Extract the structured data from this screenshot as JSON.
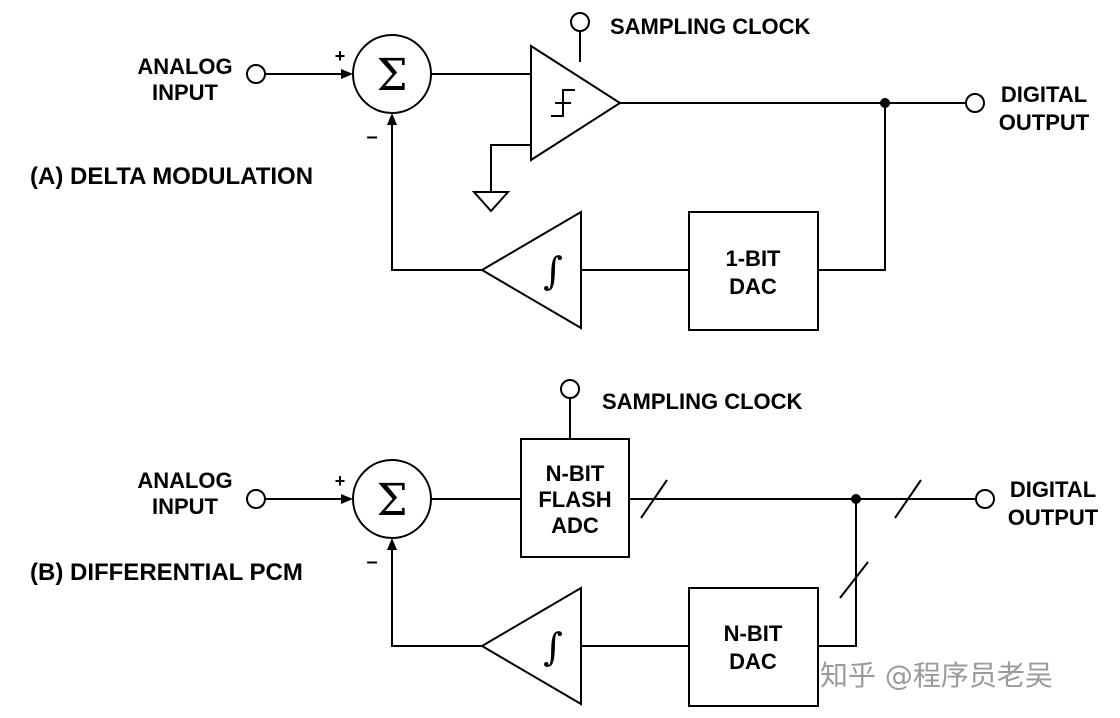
{
  "diagram_a": {
    "title": "(A) DELTA MODULATION",
    "analog_input": [
      "ANALOG",
      "INPUT"
    ],
    "plus": "+",
    "minus": "–",
    "sum_symbol": "Σ",
    "sampling_clock": "SAMPLING CLOCK",
    "digital_output": [
      "DIGITAL",
      "OUTPUT"
    ],
    "integrator_symbol": "∫",
    "dac": [
      "1-BIT",
      "DAC"
    ]
  },
  "diagram_b": {
    "title": "(B) DIFFERENTIAL PCM",
    "analog_input": [
      "ANALOG",
      "INPUT"
    ],
    "plus": "+",
    "minus": "–",
    "sum_symbol": "Σ",
    "sampling_clock": "SAMPLING CLOCK",
    "adc": [
      "N-BIT",
      "FLASH",
      "ADC"
    ],
    "digital_output": [
      "DIGITAL",
      "OUTPUT"
    ],
    "integrator_symbol": "∫",
    "dac": [
      "N-BIT",
      "DAC"
    ]
  },
  "watermark": "知乎 @程序员老吴"
}
